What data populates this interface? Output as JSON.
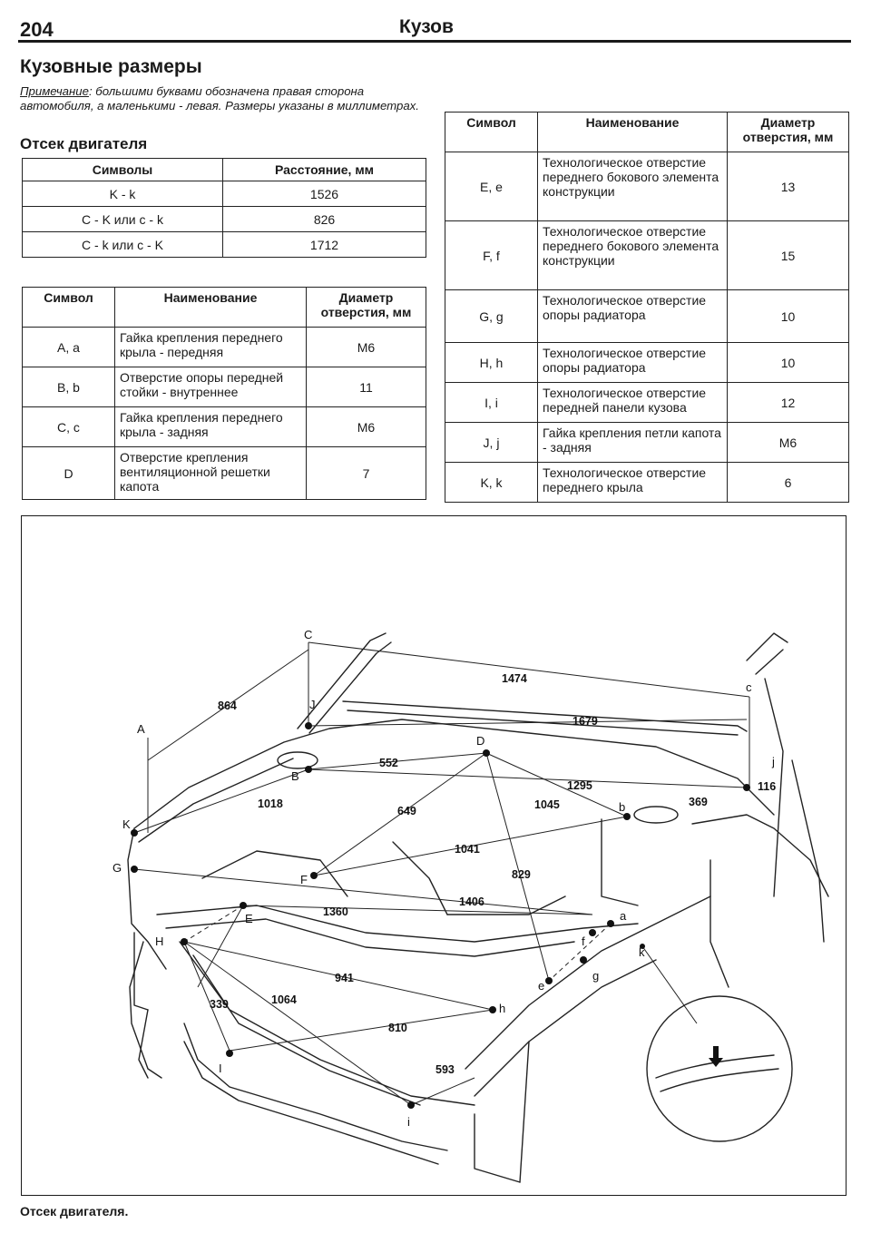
{
  "header": {
    "page_number": "204",
    "running_title": "Кузов"
  },
  "section_title": "Кузовные размеры",
  "note": {
    "label": "Примечание",
    "text": ": большими буквами обозначена правая сторона автомобиля, а маленькими - левая. Размеры указаны в миллиметрах."
  },
  "subsection_title": "Отсек двигателя",
  "distance_table": {
    "headers": [
      "Символы",
      "Расстояние, мм"
    ],
    "rows": [
      [
        "K - k",
        "1526"
      ],
      [
        "C - K или c - k",
        "826"
      ],
      [
        "C - k или c - K",
        "1712"
      ]
    ]
  },
  "hole_table_left": {
    "headers": [
      "Символ",
      "Наименование",
      "Диаметр отверстия, мм"
    ],
    "rows": [
      [
        "A, a",
        "Гайка крепления переднего крыла - передняя",
        "M6"
      ],
      [
        "B, b",
        "Отверстие опоры передней стойки - внутреннее",
        "11"
      ],
      [
        "C, c",
        "Гайка крепления переднего крыла - задняя",
        "M6"
      ],
      [
        "D",
        "Отверстие крепления вентиляционной решетки капота",
        "7"
      ]
    ]
  },
  "hole_table_right": {
    "headers": [
      "Символ",
      "Наименование",
      "Диаметр отверстия, мм"
    ],
    "rows": [
      [
        "E, e",
        "Технологическое отверстие переднего бокового элемента конструкции",
        "13"
      ],
      [
        "F, f",
        "Технологическое отверстие переднего бокового элемента конструкции",
        "15"
      ],
      [
        "G, g",
        "Технологическое отверстие опоры радиатора",
        "10"
      ],
      [
        "H, h",
        "Технологическое отверстие опоры радиатора",
        "10"
      ],
      [
        "I, i",
        "Технологическое отверстие передней панели кузова",
        "12"
      ],
      [
        "J, j",
        "Гайка крепления петли капота - задняя",
        "M6"
      ],
      [
        "K, k",
        "Технологическое отверстие переднего крыла",
        "6"
      ]
    ]
  },
  "figure": {
    "point_labels": {
      "A": "A",
      "C": "C",
      "J": "J",
      "B": "B",
      "D": "D",
      "K": "K",
      "G": "G",
      "F": "F",
      "E": "E",
      "H": "H",
      "I": "I",
      "c": "c",
      "j": "j",
      "b": "b",
      "a": "a",
      "f": "f",
      "g": "g",
      "e": "e",
      "h": "h",
      "i": "i",
      "k": "k"
    },
    "dimensions": {
      "d1474": "1474",
      "d864": "864",
      "d1679": "1679",
      "d552": "552",
      "d1295": "1295",
      "d1018": "1018",
      "d1045": "1045",
      "d369": "369",
      "d116": "116",
      "d649": "649",
      "d1041": "1041",
      "d829": "829",
      "d1406": "1406",
      "d1360": "1360",
      "d941": "941",
      "d1064": "1064",
      "d339": "339",
      "d810": "810",
      "d593": "593"
    },
    "caption": "Отсек двигателя."
  }
}
